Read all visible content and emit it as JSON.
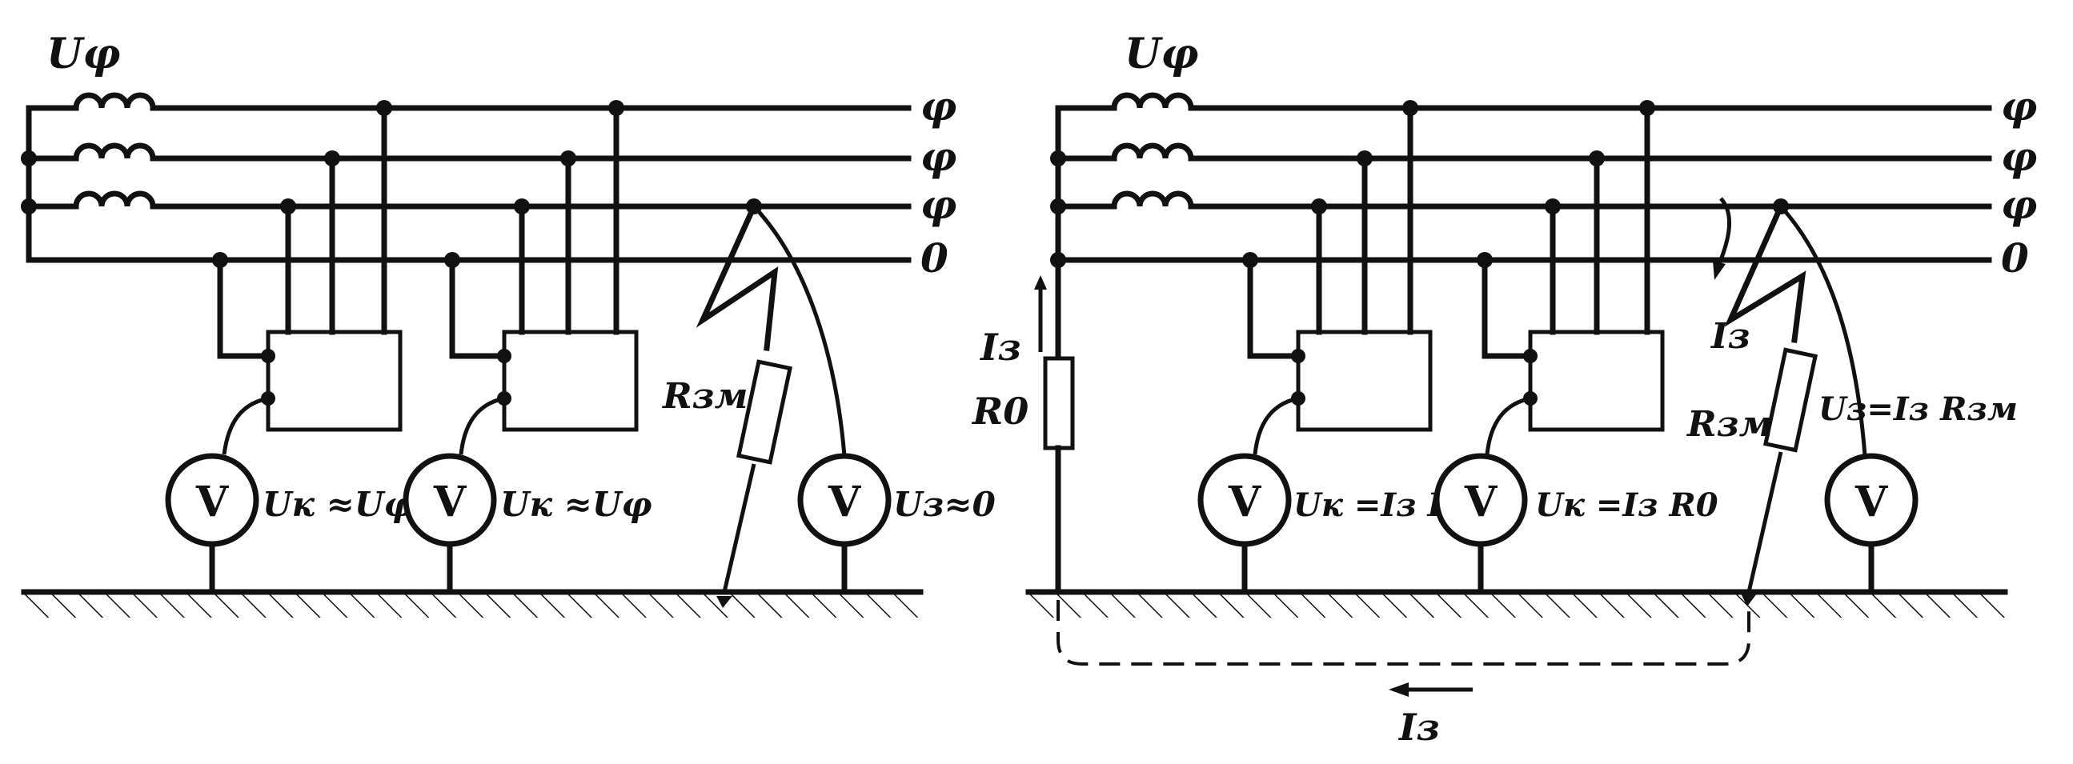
{
  "panels": [
    {
      "source_label": "Uφ",
      "bus_labels": [
        "φ",
        "φ",
        "φ",
        "0"
      ],
      "resistor_label": "Rзм",
      "meters": [
        {
          "symbol": "V",
          "reading": "Uк ≈Uφ"
        },
        {
          "symbol": "V",
          "reading": "Uк ≈Uφ"
        },
        {
          "symbol": "V",
          "reading": "Uз≈0"
        }
      ]
    },
    {
      "source_label": "Uφ",
      "bus_labels": [
        "φ",
        "φ",
        "φ",
        "0"
      ],
      "neutral_current_label": "Iз",
      "neutral_resistor_label": "R0",
      "fault_current_label": "Iз",
      "resistor_label": "Rзм",
      "fault_voltage_label": "Uз=Iз Rзм",
      "meters": [
        {
          "symbol": "V",
          "reading": "Uк =Iз R0"
        },
        {
          "symbol": "V",
          "reading": "Uк =Iз R0"
        },
        {
          "symbol": "V",
          "reading": ""
        }
      ],
      "earth_current_label": "Iз"
    }
  ]
}
